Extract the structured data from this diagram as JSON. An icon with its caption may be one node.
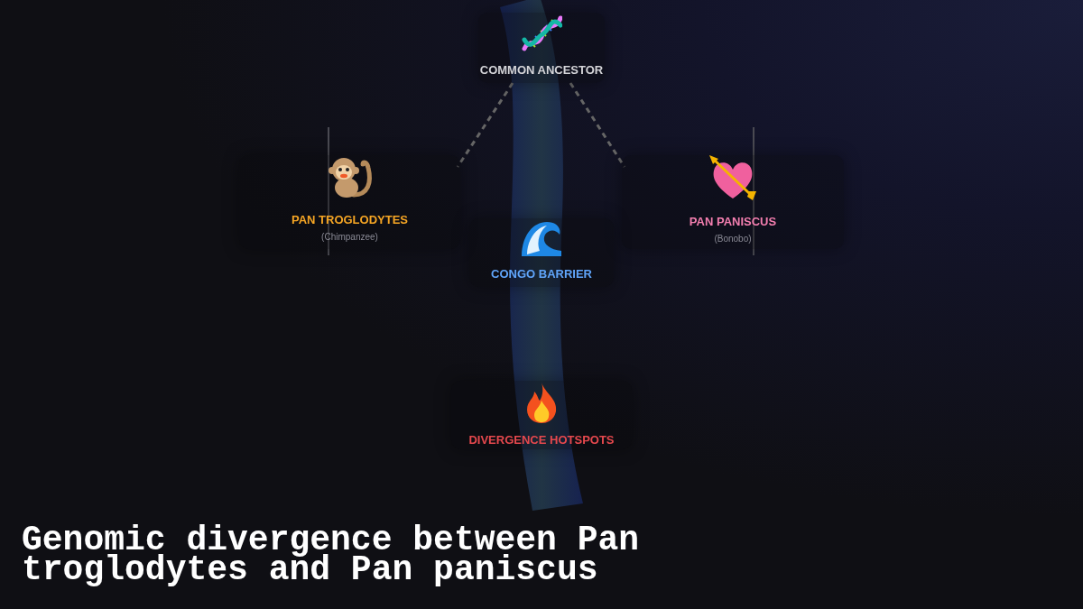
{
  "diagram": {
    "title": "Genomic divergence between Pan troglodytes and Pan paniscus",
    "nodes": [
      {
        "text": [
          "COMMON ANCESTOR"
        ]
      },
      {
        "text": [
          "PAN TROGLODYTES",
          "(Chimpanzee)"
        ]
      },
      {
        "text": [
          "PAN PANISCUS",
          "(Bonobo)"
        ]
      },
      {
        "text": [
          "CONGO BARRIER"
        ]
      },
      {
        "text": [
          "DIVERGENCE HOTSPOTS"
        ]
      }
    ],
    "edges": [
      {
        "from": 0,
        "to": 1,
        "arrow": "none",
        "style": "dashed"
      },
      {
        "from": 0,
        "to": 2,
        "arrow": "none",
        "style": "dashed"
      }
    ]
  }
}
